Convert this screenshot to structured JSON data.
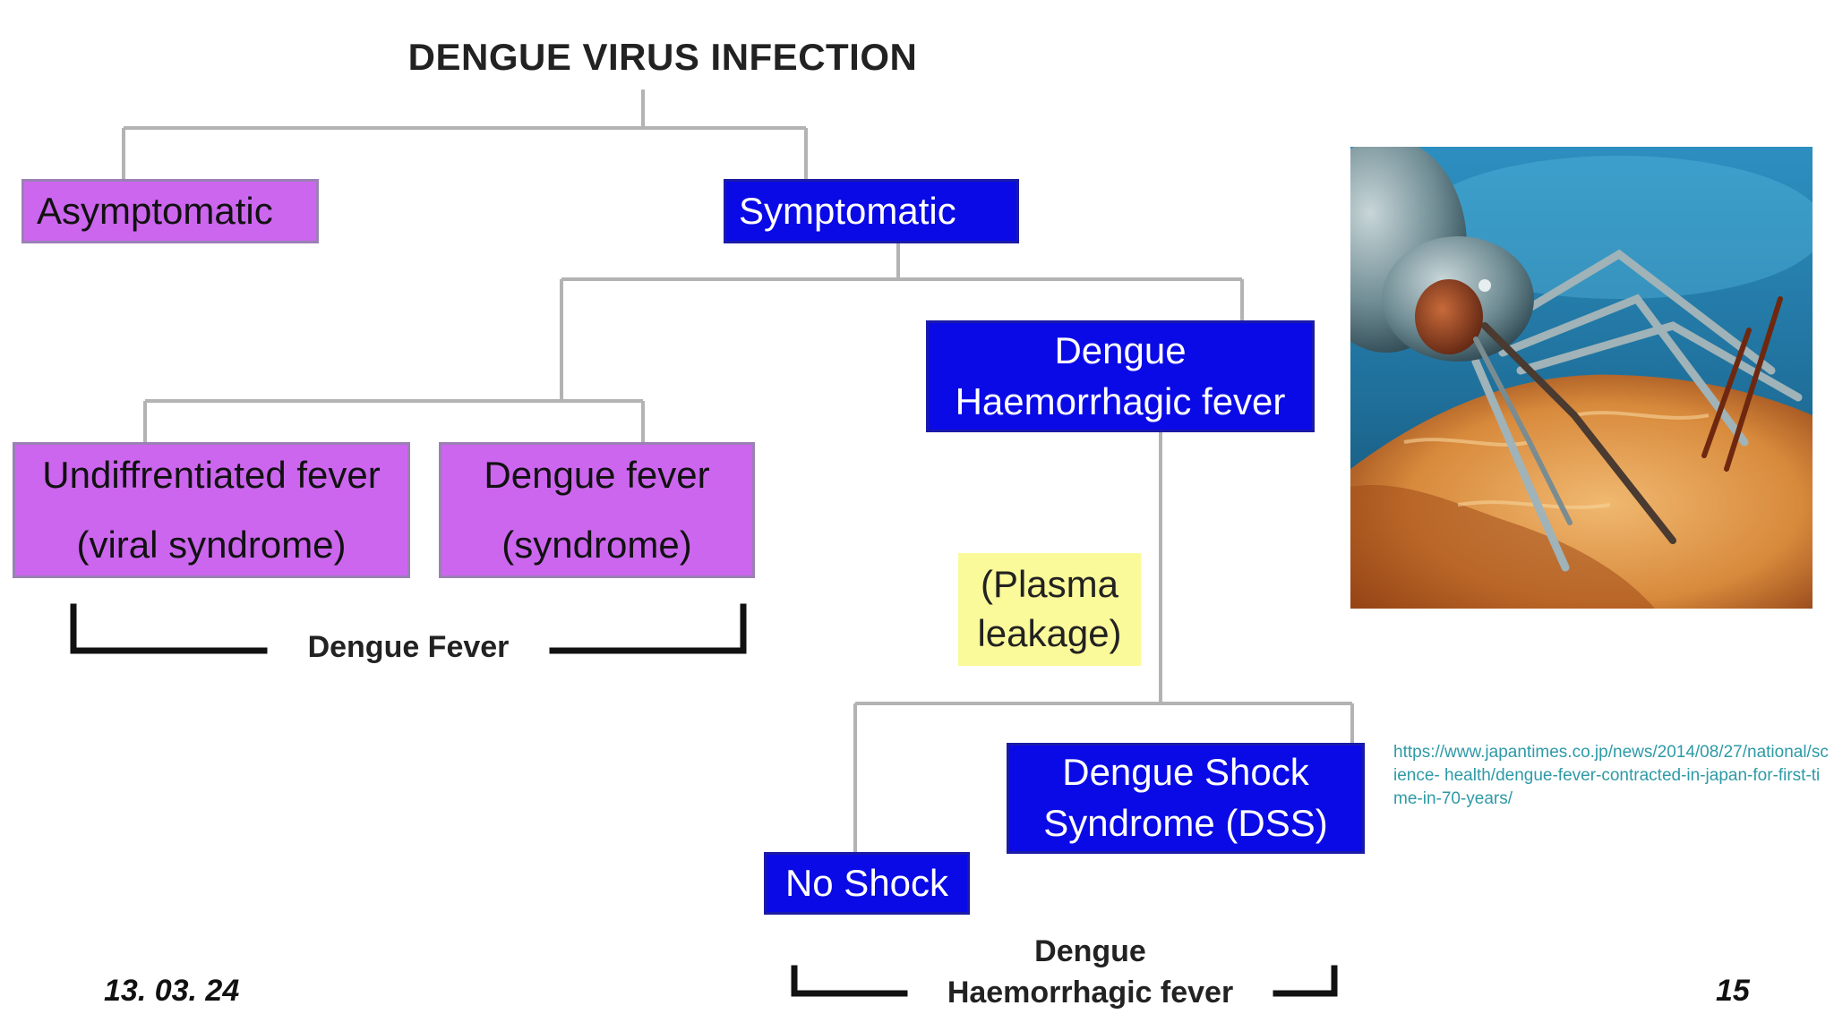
{
  "title": "DENGUE VIRUS INFECTION",
  "nodes": {
    "asymptomatic": "Asymptomatic",
    "symptomatic": "Symptomatic",
    "dhf_line1": "Dengue",
    "dhf_line2": "Haemorrhagic fever",
    "undiff_line1": "Undiffrentiated fever",
    "undiff_line2": "(viral syndrome)",
    "df_line1": "Dengue fever",
    "df_line2": "(syndrome)",
    "plasma_line1": "(Plasma",
    "plasma_line2": "leakage)",
    "dss_line1": "Dengue Shock",
    "dss_line2": "Syndrome (DSS)",
    "no_shock": "No Shock"
  },
  "brackets": {
    "dengue_fever": "Dengue Fever",
    "dhf_line1": "Dengue",
    "dhf_line2": "Haemorrhagic fever"
  },
  "url": "https://www.japantimes.co.jp/news/2014/08/27/national/science- health/dengue-fever-contracted-in-japan-for-first-time-in-70-years/",
  "footer": {
    "date": "13. 03. 24",
    "page": "15"
  },
  "colors": {
    "purple": "#cc66ee",
    "blue": "#0a0ae6",
    "yellow": "#fbfa9a",
    "connector": "#b3b3b3",
    "link": "#2e9aa6"
  },
  "image": {
    "icon": "mosquito-photo"
  }
}
